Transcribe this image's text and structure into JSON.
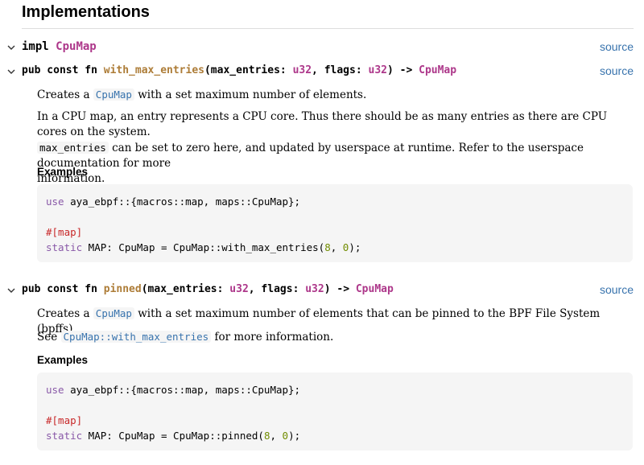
{
  "page": {
    "title": "Implementations"
  },
  "impl": {
    "keyword": "impl",
    "type": "CpuMap",
    "source": "source"
  },
  "methods": [
    {
      "sig": {
        "prefix": "pub const fn ",
        "name": "with_max_entries",
        "arg1": "(max_entries: ",
        "arg1_type": "u32",
        "arg2": ", flags: ",
        "arg2_type": "u32",
        "arrow": ") -> ",
        "ret": "CpuMap"
      },
      "source": "source",
      "desc1": {
        "pre": "Creates a ",
        "code": "CpuMap",
        "post": " with a set maximum number of elements."
      },
      "desc2": {
        "line1": "In a CPU map, an entry represents a CPU core. Thus there should be as many entries as there are CPU cores on the system.",
        "code": "max_entries",
        "line2a": " can be set to zero here, and updated by userspace at runtime. Refer to the userspace documentation for more",
        "line3": "information."
      },
      "examples_heading": "Examples",
      "code": {
        "l1_kw": "use",
        "l1_rest": " aya_ebpf::{macros::map, maps::CpuMap};",
        "l2": "#[map]",
        "l3_kw": "static",
        "l3_rest": " MAP: CpuMap = CpuMap::with_max_entries(",
        "l3_n1": "8",
        "l3_sep": ", ",
        "l3_n2": "0",
        "l3_end": ");"
      }
    },
    {
      "sig": {
        "prefix": "pub const fn ",
        "name": "pinned",
        "arg1": "(max_entries: ",
        "arg1_type": "u32",
        "arg2": ", flags: ",
        "arg2_type": "u32",
        "arrow": ") -> ",
        "ret": "CpuMap"
      },
      "source": "source",
      "desc1": {
        "pre": "Creates a ",
        "code": "CpuMap",
        "post": " with a set maximum number of elements that can be pinned to the BPF File System (bpffs)."
      },
      "desc2": {
        "pre": "See ",
        "code": "CpuMap::with_max_entries",
        "post": " for more information."
      },
      "examples_heading": "Examples",
      "code": {
        "l1_kw": "use",
        "l1_rest": " aya_ebpf::{macros::map, maps::CpuMap};",
        "l2": "#[map]",
        "l3_kw": "static",
        "l3_rest": " MAP: CpuMap = CpuMap::pinned(",
        "l3_n1": "8",
        "l3_sep": ", ",
        "l3_n2": "0",
        "l3_end": ");"
      }
    }
  ]
}
